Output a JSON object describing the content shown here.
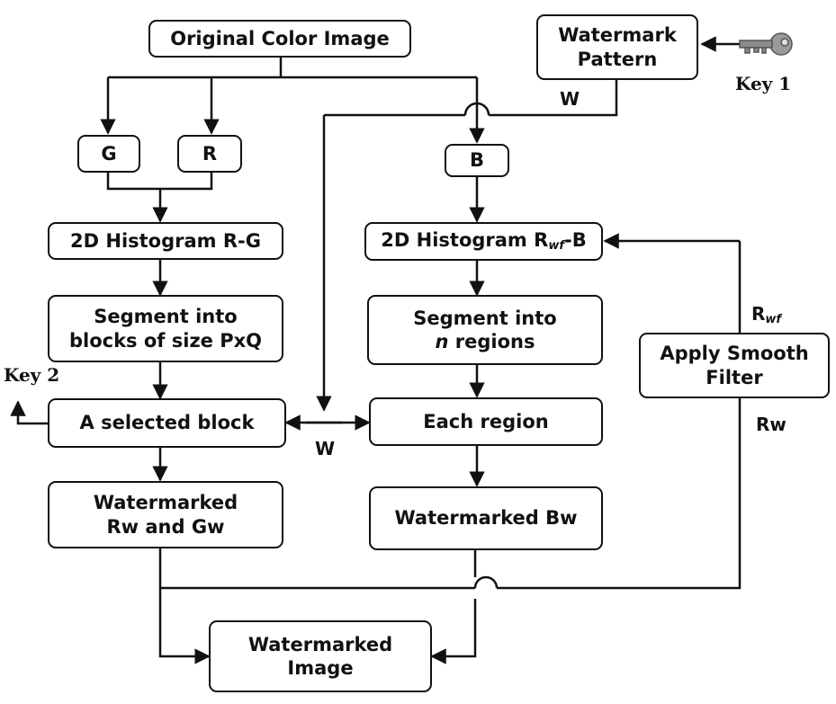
{
  "diagram": {
    "original": "Original Color Image",
    "watermark_pattern": "Watermark\nPattern",
    "key1": "Key 1",
    "key2": "Key 2",
    "g": "G",
    "r": "R",
    "b": "B",
    "w_top": "W",
    "w_mid": "W",
    "hist_rg": "2D Histogram R-G",
    "hist_b_main": "2D Histogram R",
    "hist_b_sub": "wf",
    "hist_b_tail": "-B",
    "segment_blocks": "Segment into\nblocks of size PxQ",
    "segment_regions_line1": "Segment into",
    "segment_regions_n": "n",
    "segment_regions_tail": " regions",
    "selected_block": "A selected block",
    "each_region": "Each region",
    "watermarked_rg": "Watermarked\nRw and Gw",
    "watermarked_b": "Watermarked Bw",
    "smooth_filter": "Apply Smooth\nFilter",
    "rwf_main": "R",
    "rwf_sub": "wf",
    "rw": "Rw",
    "watermarked_image": "Watermarked\nImage"
  }
}
